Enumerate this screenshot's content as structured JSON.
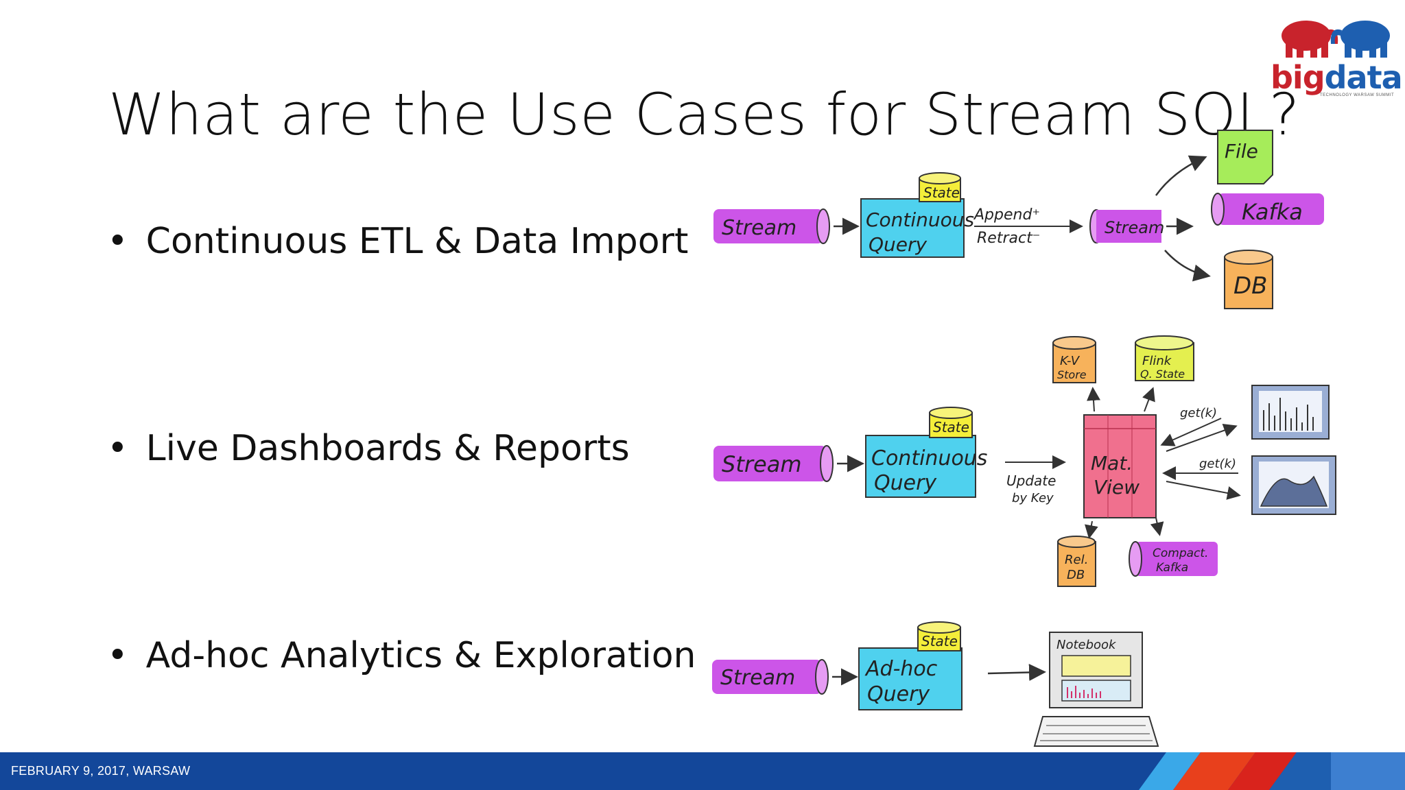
{
  "title": "What are the Use Cases for Stream SQL?",
  "bullets": [
    {
      "dot": "•",
      "text": "Continuous ETL & Data Import"
    },
    {
      "dot": "•",
      "text": "Live Dashboards & Reports"
    },
    {
      "dot": "•",
      "text": "Ad-hoc Analytics & Exploration"
    }
  ],
  "logo": {
    "big": "big",
    "data": "data",
    "tagline": "TECHNOLOGY WARSAW SUMMIT"
  },
  "footer": {
    "text": "FEBRUARY 9, 2017, WARSAW"
  },
  "diagram1": {
    "stream_in": "Stream",
    "state": "State",
    "query_line1": "Continuous",
    "query_line2": "Query",
    "append": "Append⁺",
    "retract": "Retract⁻",
    "stream_out": "Stream",
    "file": "File",
    "kafka": "Kafka",
    "db": "DB"
  },
  "diagram2": {
    "stream_in": "Stream",
    "state": "State",
    "query_line1": "Continuous",
    "query_line2": "Query",
    "update_line1": "Update",
    "update_line2": "by Key",
    "kv_line1": "K-V",
    "kv_line2": "Store",
    "flink_line1": "Flink",
    "flink_line2": "Q. State",
    "view_line1": "Mat.",
    "view_line2": "View",
    "get1": "get(k)",
    "get2": "get(k)",
    "reldb_line1": "Rel.",
    "reldb_line2": "DB",
    "compact_line1": "Compact.",
    "compact_line2": "Kafka"
  },
  "diagram3": {
    "stream_in": "Stream",
    "state": "State",
    "query_line1": "Ad-hoc",
    "query_line2": "Query",
    "notebook": "Notebook"
  },
  "colors": {
    "stream": "#cc55e8",
    "query": "#4fd1ee",
    "state": "#f4ee3a",
    "file": "#a6ec5a",
    "db": "#f7b25b",
    "view": "#f0708e",
    "footer": "#13479a"
  }
}
